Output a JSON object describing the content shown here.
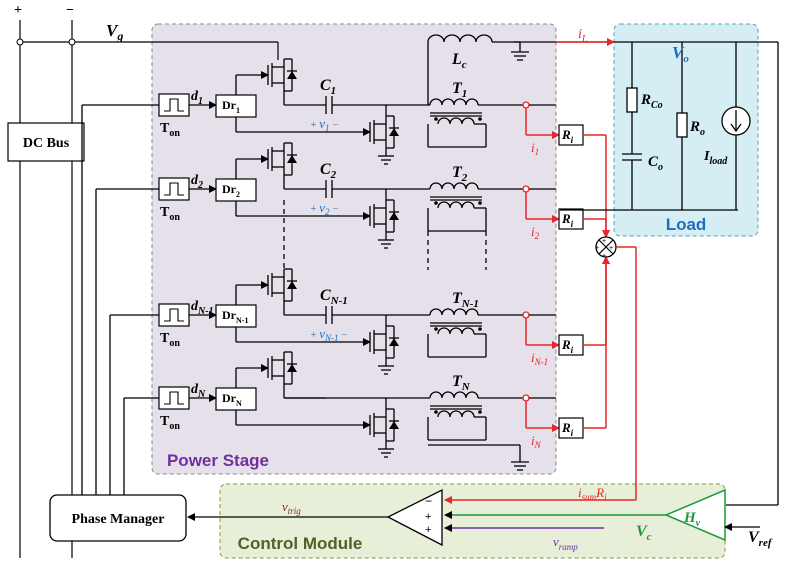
{
  "bus": {
    "plus": "+",
    "minus": "−",
    "vg": "V",
    "vg_sub": "g",
    "dc_bus": "DC Bus"
  },
  "phases": [
    {
      "d": "d",
      "d_sub": "1",
      "dr": "Dr",
      "dr_sub": "1",
      "ton": "T",
      "ton_sub": "on",
      "cap": "C",
      "cap_sub": "1",
      "v": "v",
      "v_sub": "1",
      "t": "T",
      "t_sub": "1",
      "i": "i",
      "i_sub": "1",
      "ri": "R",
      "ri_sub": "i"
    },
    {
      "d": "d",
      "d_sub": "2",
      "dr": "Dr",
      "dr_sub": "2",
      "ton": "T",
      "ton_sub": "on",
      "cap": "C",
      "cap_sub": "2",
      "v": "v",
      "v_sub": "2",
      "t": "T",
      "t_sub": "2",
      "i": "i",
      "i_sub": "2",
      "ri": "R",
      "ri_sub": "i"
    },
    {
      "d": "d",
      "d_sub": "N-1",
      "dr": "Dr",
      "dr_sub": "N-1",
      "ton": "T",
      "ton_sub": "on",
      "cap": "C",
      "cap_sub": "N-1",
      "v": "v",
      "v_sub": "N-1",
      "t": "T",
      "t_sub": "N-1",
      "i": "i",
      "i_sub": "N-1",
      "ri": "R",
      "ri_sub": "i"
    },
    {
      "d": "d",
      "d_sub": "N",
      "dr": "Dr",
      "dr_sub": "N",
      "ton": "T",
      "ton_sub": "on",
      "cap": "",
      "cap_sub": "",
      "v": "",
      "v_sub": "",
      "t": "T",
      "t_sub": "N",
      "i": "i",
      "i_sub": "N",
      "ri": "R",
      "ri_sub": "i"
    }
  ],
  "lc": {
    "main": "L",
    "sub": "c"
  },
  "il": {
    "main": "i",
    "sub": "L"
  },
  "load": {
    "vo": "V",
    "vo_sub": "o",
    "rco": "R",
    "rco_sub": "Co",
    "ro": "R",
    "ro_sub": "o",
    "co": "C",
    "co_sub": "o",
    "iload": "I",
    "iload_sub": "load",
    "title": "Load"
  },
  "power_stage": "Power Stage",
  "control": {
    "title": "Control Module",
    "vtrig": "v",
    "vtrig_sub": "trig",
    "isum": "i",
    "isum_sub": "sum",
    "isum_r": "R",
    "isum_r_sub": "i",
    "vc": "V",
    "vc_sub": "c",
    "vramp": "v",
    "vramp_sub": "ramp",
    "hv": "H",
    "hv_sub": "v",
    "vref": "V",
    "vref_sub": "ref",
    "minus": "−",
    "plus": "+"
  },
  "phase_manager": "Phase Manager",
  "colors": {
    "power_stage_fill": "#e6e0ea",
    "load_fill": "#d4eef4",
    "control_fill": "#e8efd9",
    "red": "#e8262b",
    "green": "#1a9a3a",
    "blue": "#1e6fbf",
    "purple": "#7030a0",
    "olive": "#4f6228",
    "brown": "#8b2d1b"
  }
}
